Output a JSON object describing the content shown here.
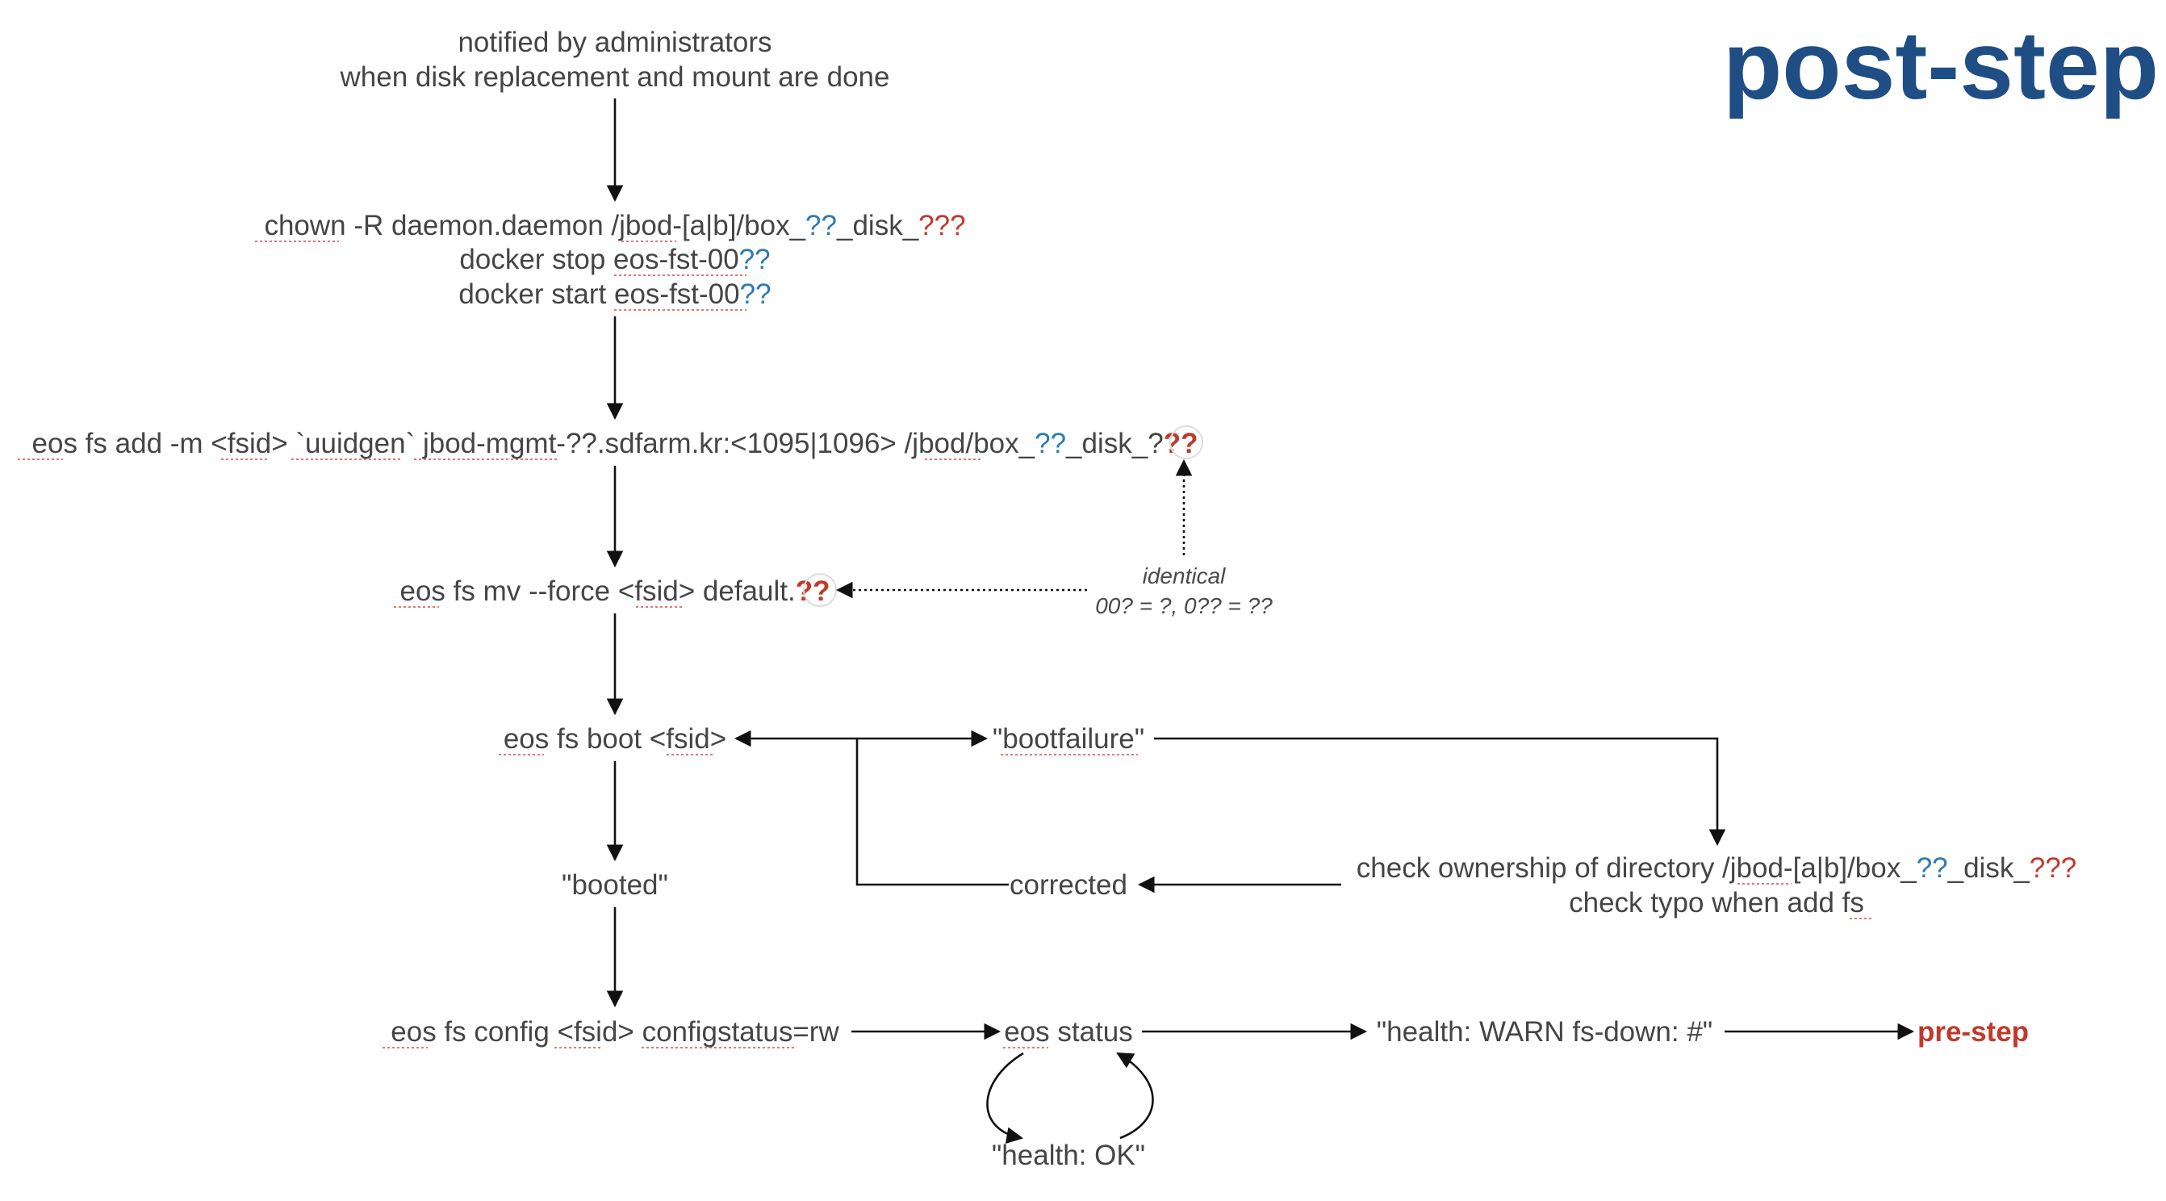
{
  "title": "post-step",
  "nodes": {
    "notified": {
      "line1": "notified by administrators",
      "line2": "when disk replacement and mount are done"
    },
    "chown_block": {
      "l1_a": "chown -R daemon.daemon /jbod-[a|b]/box_",
      "l1_b": "??",
      "l1_c": "_disk_",
      "l1_d": "???",
      "l2_a": "docker stop eos-fst-00",
      "l2_b": "??",
      "l3_a": "docker start eos-fst-00",
      "l3_b": "??"
    },
    "fs_add": {
      "a": "eos fs add -m <fsid> `uuidgen` jbod-mgmt-??.sdfarm.kr:<1095|1096> /jbod/box_",
      "b": "??",
      "c": "_disk_?",
      "d": "??"
    },
    "fs_mv": {
      "a": "eos fs mv --force <fsid> default.",
      "b": "??"
    },
    "identical_note": {
      "line1": "identical",
      "line2": "00? = ?, 0?? = ??"
    },
    "fs_boot": "eos fs boot <fsid>",
    "bootfailure": "\"bootfailure\"",
    "booted": "\"booted\"",
    "corrected": "corrected",
    "check_block": {
      "l1_a": "check ownership of directory /jbod-[a|b]/box_",
      "l1_b": "??",
      "l1_c": "_disk_",
      "l1_d": "???",
      "l2": "check typo when add fs"
    },
    "fs_config": "eos fs config <fsid> configstatus=rw",
    "eos_status": "eos status",
    "health_warn": "\"health: WARN fs-down: #\"",
    "pre_step": "pre-step",
    "health_ok": "\"health: OK\""
  },
  "colors": {
    "text": "#454545",
    "blue": "#2c7bb6",
    "red": "#c0392b",
    "title": "#1f4e85"
  }
}
